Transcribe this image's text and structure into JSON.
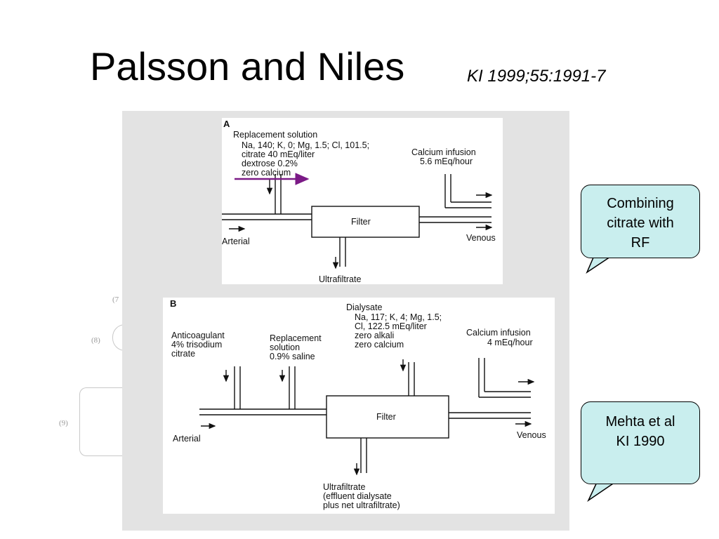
{
  "slide": {
    "title": "Palsson and Niles",
    "citation": "KI 1999;55:1991-7"
  },
  "panel_a": {
    "label": "A",
    "replacement_title": "Replacement solution",
    "replacement_line1": "Na, 140; K, 0; Mg, 1.5; Cl, 101.5;",
    "replacement_line2": "citrate 40 mEq/liter",
    "replacement_line3": "dextrose 0.2%",
    "replacement_line4": "zero calcium",
    "calcium_infusion": "Calcium infusion",
    "calcium_rate": "5.6 mEq/hour",
    "filter": "Filter",
    "arterial": "Arterial",
    "venous": "Venous",
    "ultrafiltrate": "Ultrafiltrate",
    "highlight_arrow_color": "#7b1a86"
  },
  "panel_b": {
    "label": "B",
    "dialysate_title": "Dialysate",
    "dialysate_line1": "Na, 117; K, 4; Mg, 1.5;",
    "dialysate_line2": "Cl, 122.5 mEq/liter",
    "dialysate_line3": "zero alkali",
    "dialysate_line4": "zero calcium",
    "anticoag_line1": "Anticoagulant",
    "anticoag_line2": "4% trisodium",
    "anticoag_line3": "citrate",
    "replacement_line1": "Replacement",
    "replacement_line2": "solution",
    "replacement_line3": "0.9% saline",
    "calcium_infusion": "Calcium infusion",
    "calcium_rate": "4 mEq/hour",
    "filter": "Filter",
    "arterial": "Arterial",
    "venous": "Venous",
    "ultrafiltrate_line1": "Ultrafiltrate",
    "ultrafiltrate_line2": "(effluent dialysate",
    "ultrafiltrate_line3": "plus net ultrafiltrate)"
  },
  "background_marks": {
    "mark7": "(7",
    "mark8": "(8)",
    "mark9": "(9)"
  },
  "callouts": {
    "callout1_line1": "Combining",
    "callout1_line2": "citrate with",
    "callout1_line3": "RF",
    "callout2_line1": "Mehta et al",
    "callout2_line2": "KI 1990",
    "fill_color": "#c9eeee"
  }
}
